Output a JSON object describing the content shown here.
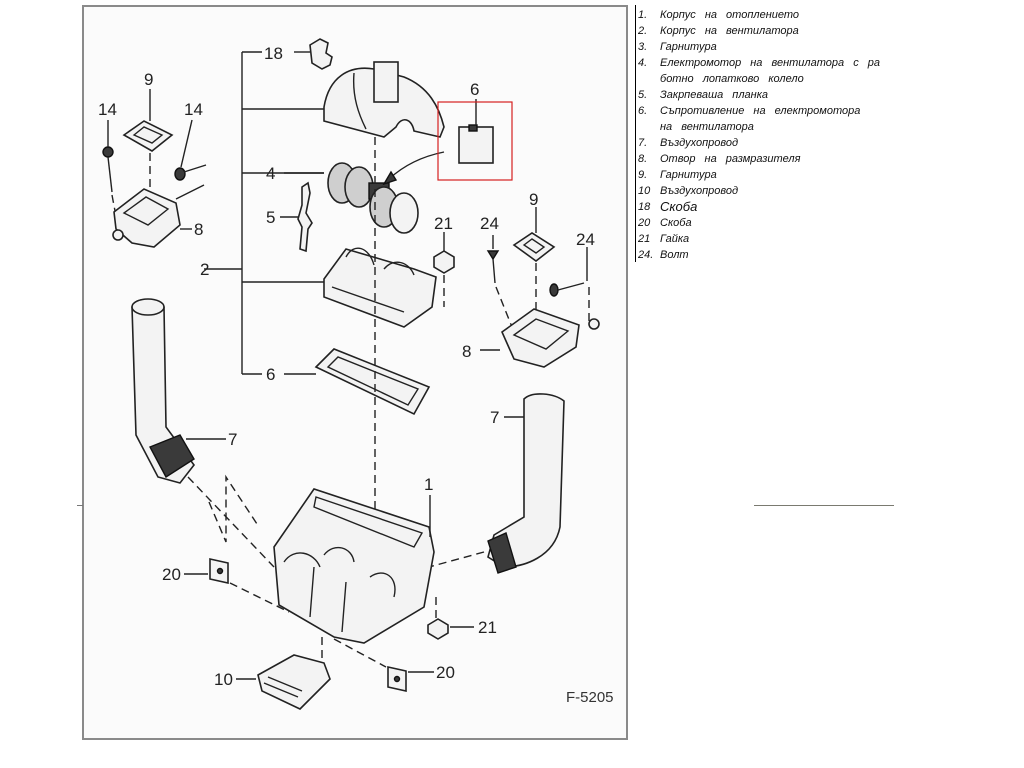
{
  "diagram": {
    "figure_code": "F-5205",
    "callouts": [
      "1",
      "2",
      "4",
      "5",
      "6",
      "6",
      "7",
      "7",
      "8",
      "8",
      "9",
      "9",
      "10",
      "14",
      "14",
      "18",
      "20",
      "20",
      "21",
      "21",
      "24",
      "24"
    ],
    "highlight_color": "#d62020"
  },
  "legend": {
    "items": [
      {
        "num": "1.",
        "text": "Корпус на отоплението"
      },
      {
        "num": "2.",
        "text": "Корпус на вентилатора"
      },
      {
        "num": "3.",
        "text": "Гарнитура"
      },
      {
        "num": "4.",
        "text": "Електромотор на вентилатора с ра",
        "cont": "ботно лопатково колело"
      },
      {
        "num": "5.",
        "text": "Закрпеваша планка"
      },
      {
        "num": "6.",
        "text": "Съпротивление на електромотора",
        "cont": "на вентилатора"
      },
      {
        "num": "7.",
        "text": "Въздухопровод"
      },
      {
        "num": "8.",
        "text": "Отвор на размразителя"
      },
      {
        "num": "9.",
        "text": "Гарнитура"
      },
      {
        "num": "10",
        "text": "Въздухопровод"
      },
      {
        "num": "18",
        "text": "Скоба"
      },
      {
        "num": "20",
        "text": "Скоба"
      },
      {
        "num": "21",
        "text": "Гайка"
      },
      {
        "num": "24.",
        "text": "Волт"
      }
    ]
  }
}
